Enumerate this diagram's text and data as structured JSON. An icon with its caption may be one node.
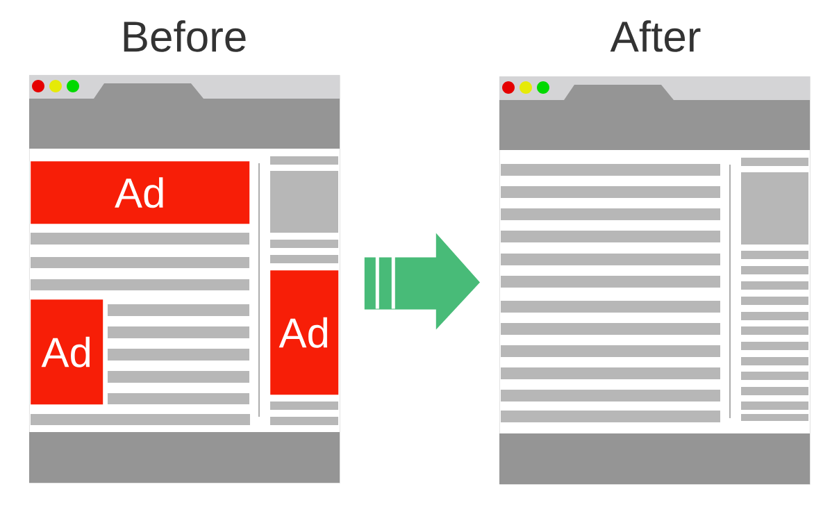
{
  "diagram": {
    "nodes": [
      {
        "text": [
          "Before"
        ]
      },
      {
        "text": [
          "Ad"
        ],
        "in": 0
      },
      {
        "text": [
          "Ad"
        ],
        "in": 0
      },
      {
        "text": [
          "Ad"
        ],
        "in": 0
      },
      {
        "text": [
          "After"
        ]
      }
    ],
    "edges": [
      {
        "from": 0,
        "to": 4,
        "arrow": "to"
      }
    ]
  }
}
